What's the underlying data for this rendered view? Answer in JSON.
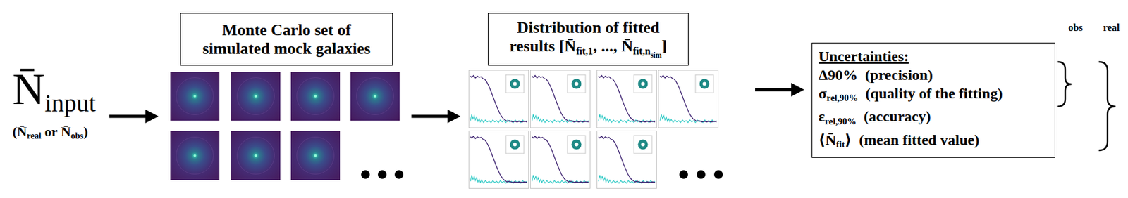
{
  "diagram": {
    "nodes": [
      {
        "text": [
          "Monte Carlo set of simulated mock galaxies"
        ]
      },
      {
        "text": [
          "Distribution of fitted",
          "results [",
          "N̄",
          "fit,1",
          ", ..., ",
          "N̄",
          "fit,n",
          "sim",
          "]"
        ]
      },
      {
        "text": [
          "Uncertainties:",
          "Δ90%",
          "(precision)",
          "σ",
          "rel,90%",
          "(quality of the fitting)",
          "ε",
          "rel,90%",
          "(accuracy)",
          "⟨",
          "N̄",
          "fit",
          "⟩",
          "(mean fitted value)"
        ]
      }
    ],
    "labels": [
      "N̄",
      "input",
      "(",
      "N̄",
      "real",
      "or",
      "N̄",
      "obs",
      ")",
      "obs",
      "real"
    ]
  }
}
